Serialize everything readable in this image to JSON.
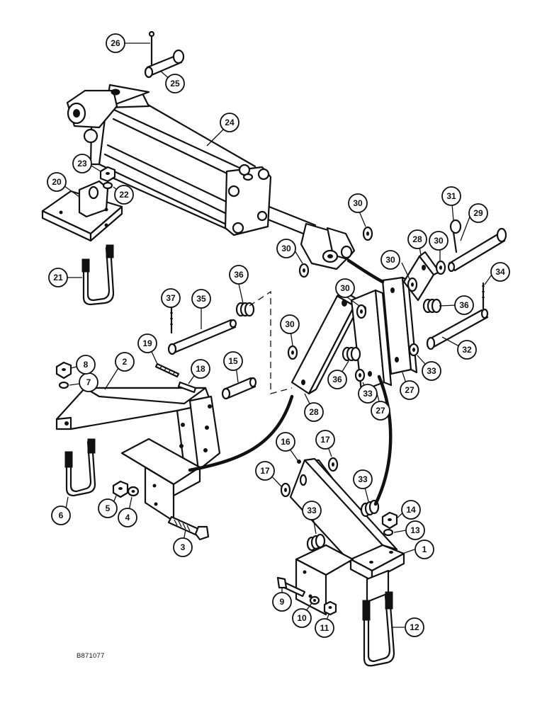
{
  "figure_id": "B871077",
  "callouts": [
    {
      "id": "c1",
      "label": "1"
    },
    {
      "id": "c2",
      "label": "2"
    },
    {
      "id": "c3",
      "label": "3"
    },
    {
      "id": "c4",
      "label": "4"
    },
    {
      "id": "c5",
      "label": "5"
    },
    {
      "id": "c6",
      "label": "6"
    },
    {
      "id": "c7",
      "label": "7"
    },
    {
      "id": "c8",
      "label": "8"
    },
    {
      "id": "c9",
      "label": "9"
    },
    {
      "id": "c10",
      "label": "10"
    },
    {
      "id": "c11",
      "label": "11"
    },
    {
      "id": "c12",
      "label": "12"
    },
    {
      "id": "c13",
      "label": "13"
    },
    {
      "id": "c14",
      "label": "14"
    },
    {
      "id": "c15",
      "label": "15"
    },
    {
      "id": "c16",
      "label": "16"
    },
    {
      "id": "c17a",
      "label": "17"
    },
    {
      "id": "c17b",
      "label": "17"
    },
    {
      "id": "c18",
      "label": "18"
    },
    {
      "id": "c19",
      "label": "19"
    },
    {
      "id": "c20",
      "label": "20"
    },
    {
      "id": "c21",
      "label": "21"
    },
    {
      "id": "c22",
      "label": "22"
    },
    {
      "id": "c23",
      "label": "23"
    },
    {
      "id": "c24",
      "label": "24"
    },
    {
      "id": "c25",
      "label": "25"
    },
    {
      "id": "c26",
      "label": "26"
    },
    {
      "id": "c27a",
      "label": "27"
    },
    {
      "id": "c27b",
      "label": "27"
    },
    {
      "id": "c28a",
      "label": "28"
    },
    {
      "id": "c28b",
      "label": "28"
    },
    {
      "id": "c29",
      "label": "29"
    },
    {
      "id": "c30a",
      "label": "30"
    },
    {
      "id": "c30b",
      "label": "30"
    },
    {
      "id": "c30c",
      "label": "30"
    },
    {
      "id": "c30d",
      "label": "30"
    },
    {
      "id": "c30e",
      "label": "30"
    },
    {
      "id": "c30f",
      "label": "30"
    },
    {
      "id": "c31",
      "label": "31"
    },
    {
      "id": "c32",
      "label": "32"
    },
    {
      "id": "c33a",
      "label": "33"
    },
    {
      "id": "c33b",
      "label": "33"
    },
    {
      "id": "c33c",
      "label": "33"
    },
    {
      "id": "c33d",
      "label": "33"
    },
    {
      "id": "c34",
      "label": "34"
    },
    {
      "id": "c35",
      "label": "35"
    },
    {
      "id": "c36a",
      "label": "36"
    },
    {
      "id": "c36b",
      "label": "36"
    },
    {
      "id": "c36c",
      "label": "36"
    },
    {
      "id": "c37",
      "label": "37"
    }
  ]
}
